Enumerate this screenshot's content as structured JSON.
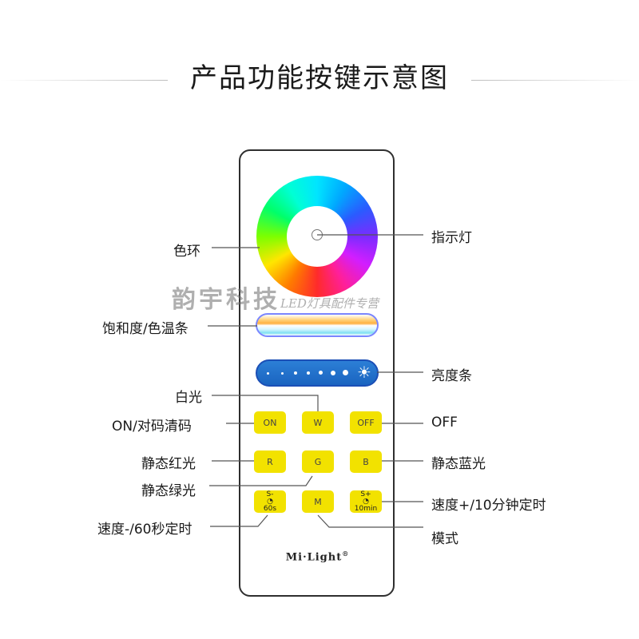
{
  "title": "产品功能按键示意图",
  "watermark": {
    "main": "韵宇科技",
    "sub": "LED灯具配件专营"
  },
  "brand": "Mi·Light",
  "brand_mark": "®",
  "buttons": {
    "on": "ON",
    "w": "W",
    "off": "OFF",
    "r": "R",
    "g": "G",
    "b": "B",
    "speed_minus_top": "S-",
    "speed_minus_bottom": "60s",
    "m": "M",
    "speed_plus_top": "S+",
    "speed_plus_bottom": "10min"
  },
  "labels": {
    "color_ring": "色环",
    "indicator": "指示灯",
    "saturation": "饱和度/色温条",
    "brightness": "亮度条",
    "white_light": "白光",
    "on_pair_clear": "ON/对码清码",
    "off": "OFF",
    "static_red": "静态红光",
    "static_blue": "静态蓝光",
    "static_green": "静态绿光",
    "speed_plus": "速度+/10分钟定时",
    "speed_minus": "速度-/60秒定时",
    "mode": "模式"
  },
  "colors": {
    "button_yellow": "#f2e200",
    "brightness_blue": "#1a64c0",
    "outline": "#2f2f2f"
  }
}
